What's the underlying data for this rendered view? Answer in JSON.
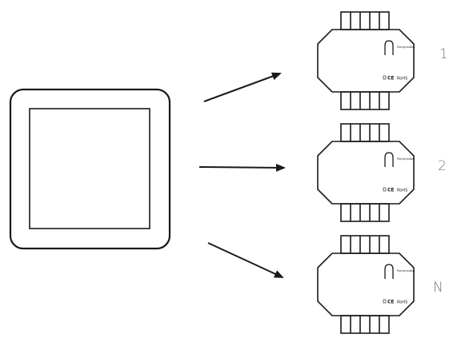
{
  "diagram": {
    "colors": {
      "stroke": "#1a1a1a",
      "label": "#777777",
      "background": "#ffffff"
    },
    "switch_panel": {
      "icon": "wall-switch-icon"
    },
    "modules": [
      {
        "label": "1",
        "marks": {
          "pairing": "Pairing button",
          "cert": "CE",
          "rohs": "RoHS"
        },
        "icon": "relay-module-icon"
      },
      {
        "label": "2",
        "marks": {
          "pairing": "Pairing button",
          "cert": "CE",
          "rohs": "RoHS"
        },
        "icon": "relay-module-icon"
      },
      {
        "label": "N",
        "marks": {
          "pairing": "Pairing button",
          "cert": "CE",
          "rohs": "RoHS"
        },
        "icon": "relay-module-icon"
      }
    ],
    "connector_icon": "arrow-right-icon"
  }
}
